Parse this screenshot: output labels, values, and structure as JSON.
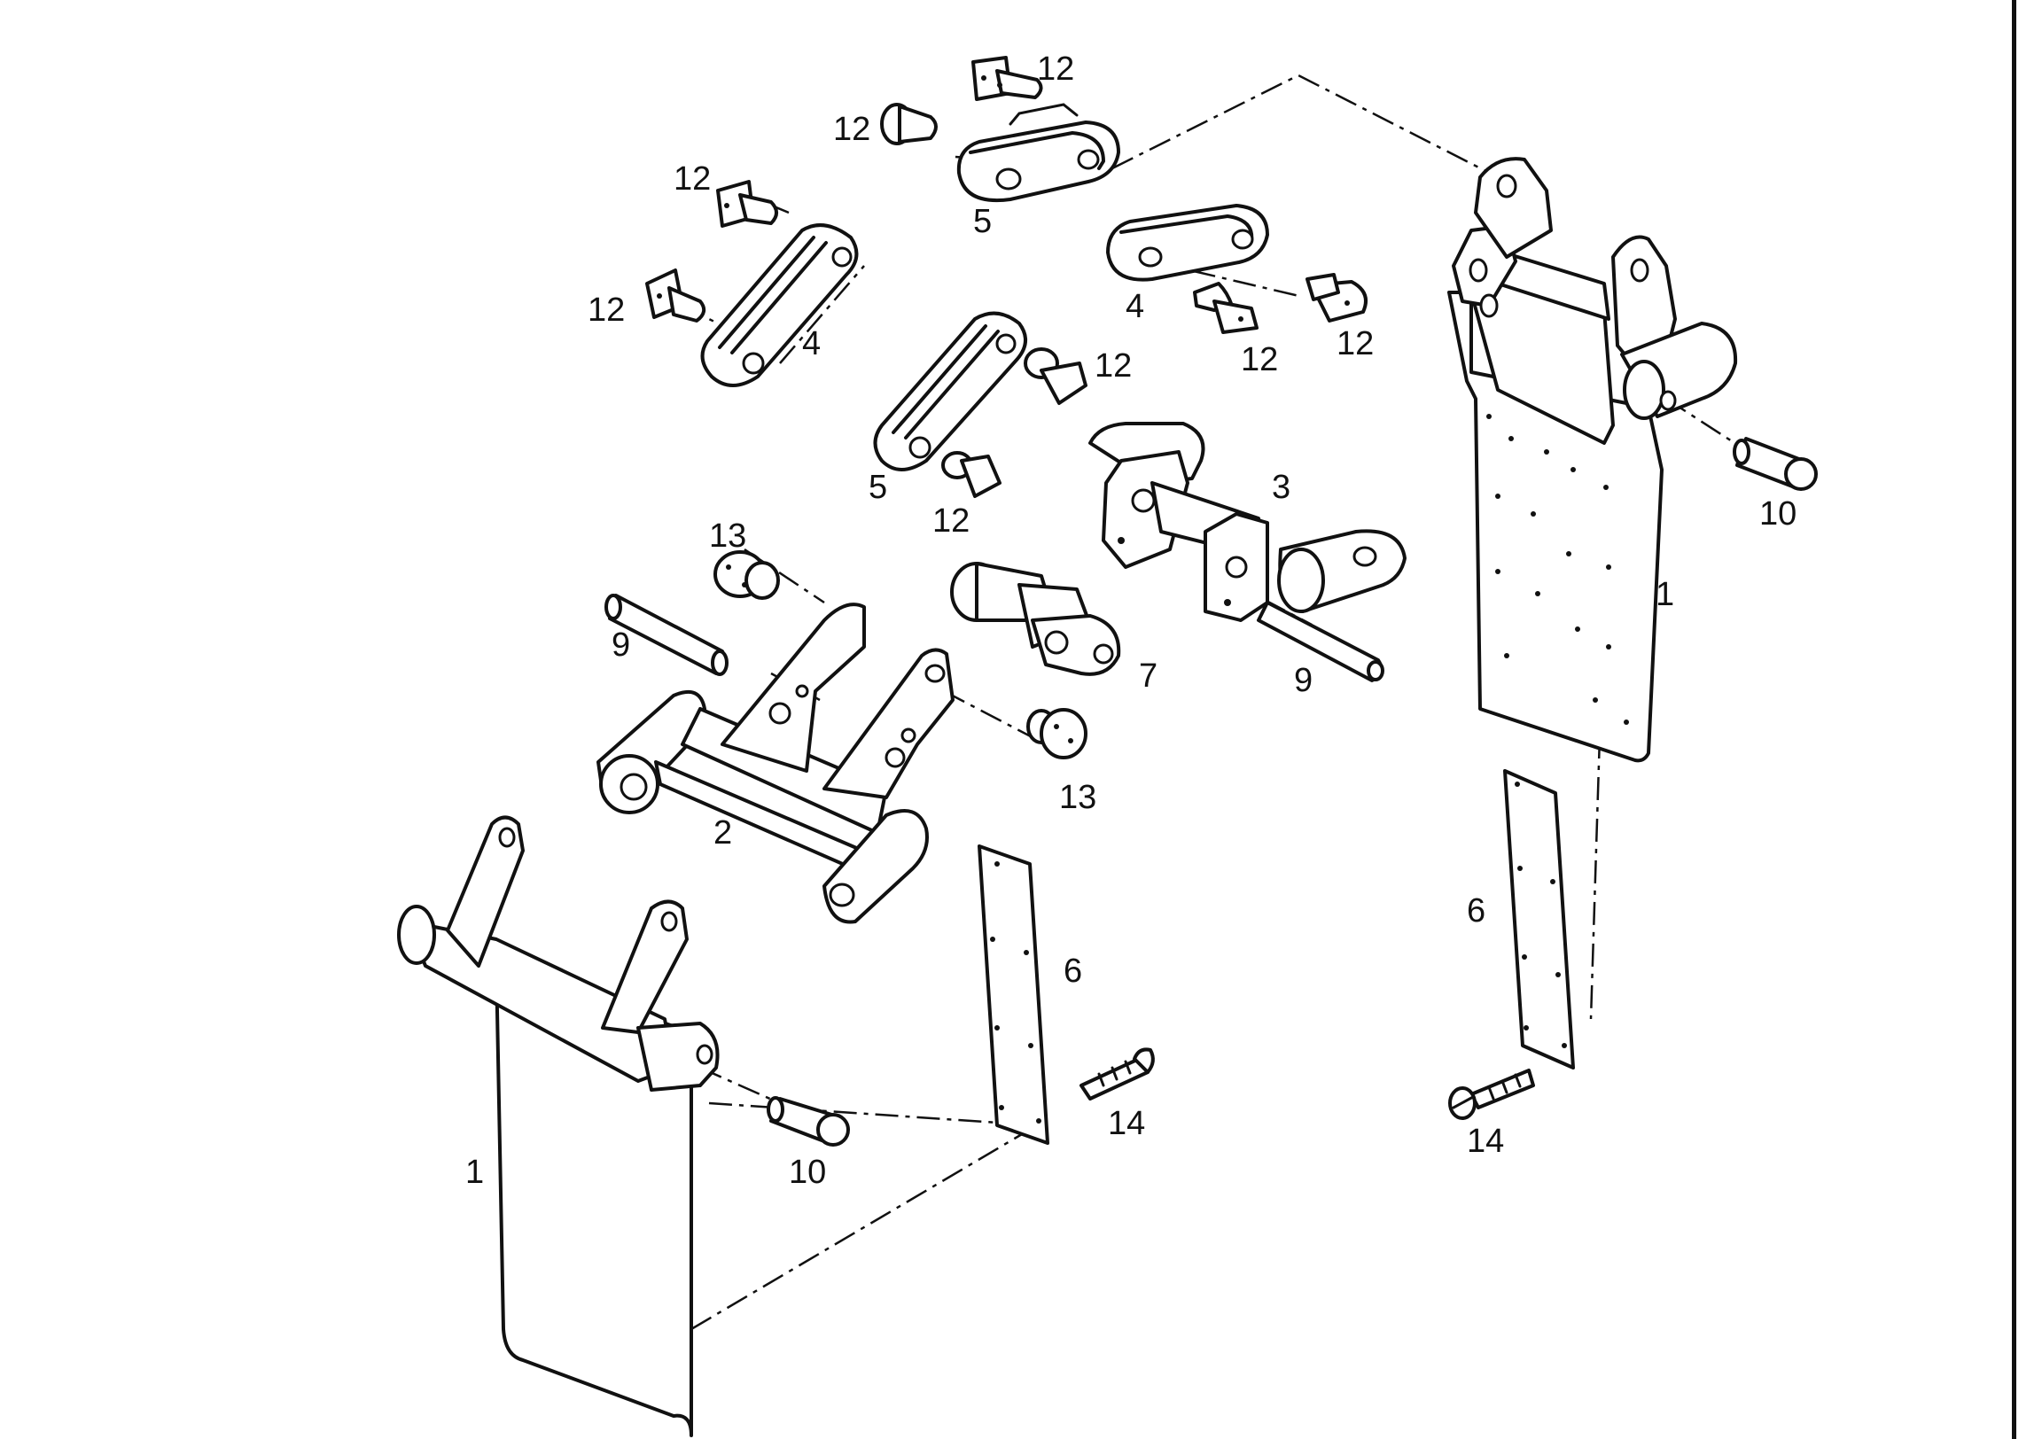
{
  "colors": {
    "ink": "#111111",
    "paper": "#ffffff"
  },
  "callouts": [
    {
      "id": "c12a",
      "text": "12"
    },
    {
      "id": "c12b",
      "text": "12"
    },
    {
      "id": "c12c",
      "text": "12"
    },
    {
      "id": "c12d",
      "text": "12"
    },
    {
      "id": "c12e",
      "text": "12"
    },
    {
      "id": "c12f",
      "text": "12"
    },
    {
      "id": "c12g",
      "text": "12"
    },
    {
      "id": "c12h",
      "text": "12"
    },
    {
      "id": "c5a",
      "text": "5"
    },
    {
      "id": "c5b",
      "text": "5"
    },
    {
      "id": "c4a",
      "text": "4"
    },
    {
      "id": "c4b",
      "text": "4"
    },
    {
      "id": "c3",
      "text": "3"
    },
    {
      "id": "c13a",
      "text": "13"
    },
    {
      "id": "c13b",
      "text": "13"
    },
    {
      "id": "c9a",
      "text": "9"
    },
    {
      "id": "c9b",
      "text": "9"
    },
    {
      "id": "c7",
      "text": "7"
    },
    {
      "id": "c2",
      "text": "2"
    },
    {
      "id": "c1a",
      "text": "1"
    },
    {
      "id": "c1b",
      "text": "1"
    },
    {
      "id": "c10a",
      "text": "10"
    },
    {
      "id": "c10b",
      "text": "10"
    },
    {
      "id": "c6a",
      "text": "6"
    },
    {
      "id": "c6b",
      "text": "6"
    },
    {
      "id": "c14a",
      "text": "14"
    },
    {
      "id": "c14b",
      "text": "14"
    }
  ]
}
